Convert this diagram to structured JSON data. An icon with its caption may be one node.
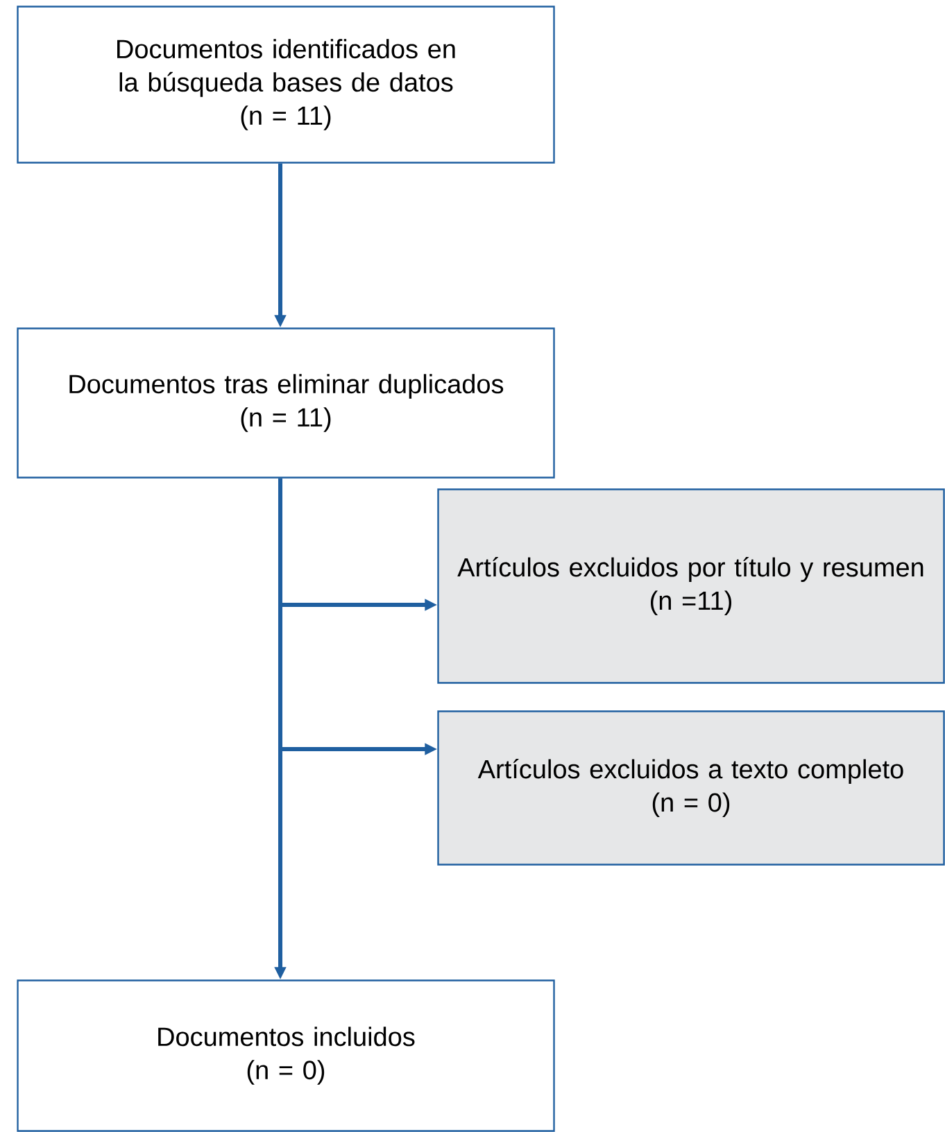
{
  "diagram": {
    "nodes": [
      {
        "text": [
          "Documentos identificados en la búsqueda bases de datos",
          "(n = 11)"
        ]
      },
      {
        "text": [
          "Documentos tras eliminar duplicados",
          "(n = 11)"
        ]
      },
      {
        "text": [
          "Artículos excluidos por título y resumen",
          "(n =11)"
        ]
      },
      {
        "text": [
          "Artículos excluidos a texto completo",
          "(n = 0)"
        ]
      },
      {
        "text": [
          "Documentos incluidos",
          "(n = 0)"
        ]
      }
    ],
    "edges": [
      {
        "from": 0,
        "to": 1,
        "arrow": "to"
      },
      {
        "from": 1,
        "to": 2,
        "arrow": "to"
      },
      {
        "from": 1,
        "to": 3,
        "arrow": "to"
      },
      {
        "from": 1,
        "to": 4,
        "arrow": "to"
      }
    ]
  }
}
